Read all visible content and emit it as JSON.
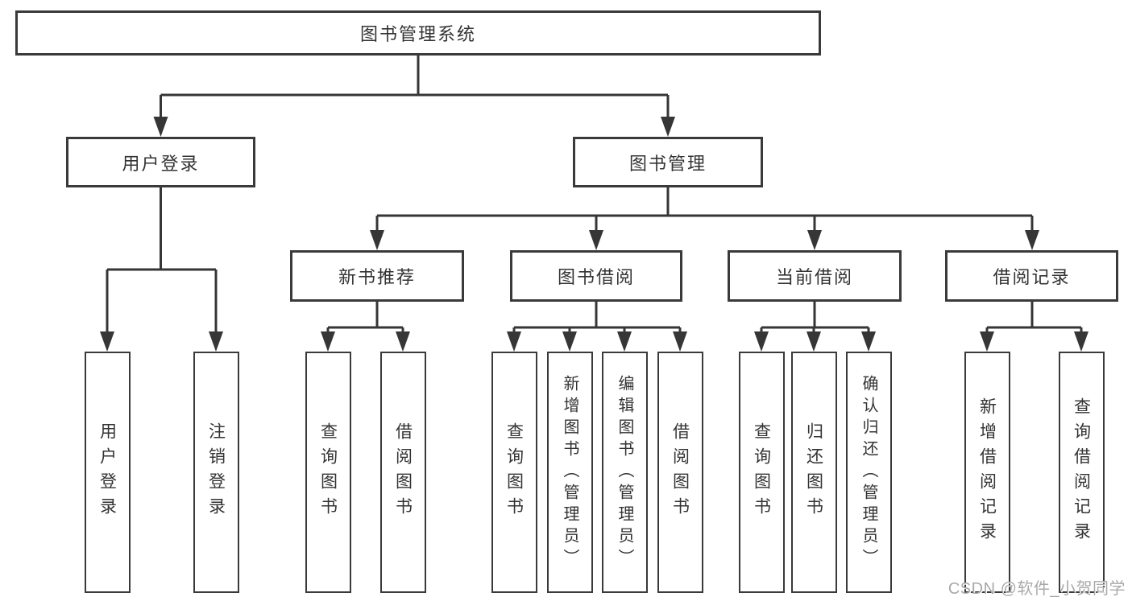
{
  "tree": {
    "label": "图书管理系统",
    "children": [
      {
        "label": "用户登录",
        "children": [
          {
            "label": "用户登录"
          },
          {
            "label": "注销登录"
          }
        ]
      },
      {
        "label": "图书管理",
        "children": [
          {
            "label": "新书推荐",
            "children": [
              {
                "label": "查询图书"
              },
              {
                "label": "借阅图书"
              }
            ]
          },
          {
            "label": "图书借阅",
            "children": [
              {
                "label": "查询图书"
              },
              {
                "label": "新增图书（管理员）"
              },
              {
                "label": "编辑图书（管理员）"
              },
              {
                "label": "借阅图书"
              }
            ]
          },
          {
            "label": "当前借阅",
            "children": [
              {
                "label": "查询图书"
              },
              {
                "label": "归还图书"
              },
              {
                "label": "确认归还（管理员）"
              }
            ]
          },
          {
            "label": "借阅记录",
            "children": [
              {
                "label": "新增借阅记录"
              },
              {
                "label": "查询借阅记录"
              }
            ]
          }
        ]
      }
    ]
  },
  "watermark": "CSDN @软件_小贺同学",
  "colors": {
    "background": "#ffffff",
    "line": "#363636",
    "box_border": "#3a3a3a",
    "text": "#333333",
    "watermark": "#a9a9a9"
  }
}
